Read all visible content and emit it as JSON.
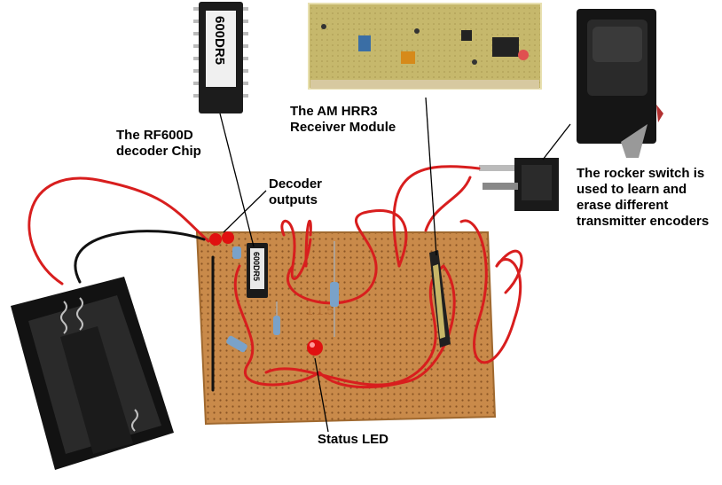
{
  "image": {
    "description_free": true
  },
  "chip_marking": "600DR5",
  "board_chip_marking": "600DR5",
  "annotations": {
    "chip": [
      "The RF600D",
      "decoder Chip"
    ],
    "receiver": [
      "The AM HRR3",
      "Receiver Module"
    ],
    "decoder_outputs": [
      "Decoder",
      "outputs"
    ],
    "rocker_switch": [
      "The rocker switch is",
      "used to learn and",
      "erase different",
      "transmitter encoders"
    ],
    "status_led": [
      "Status LED"
    ]
  },
  "colors": {
    "stripboard": "#c98a4a",
    "wire": "#d81e1e",
    "battery": "#1a1a1a",
    "pcb": "#c9b86a",
    "led": "#e01010"
  }
}
